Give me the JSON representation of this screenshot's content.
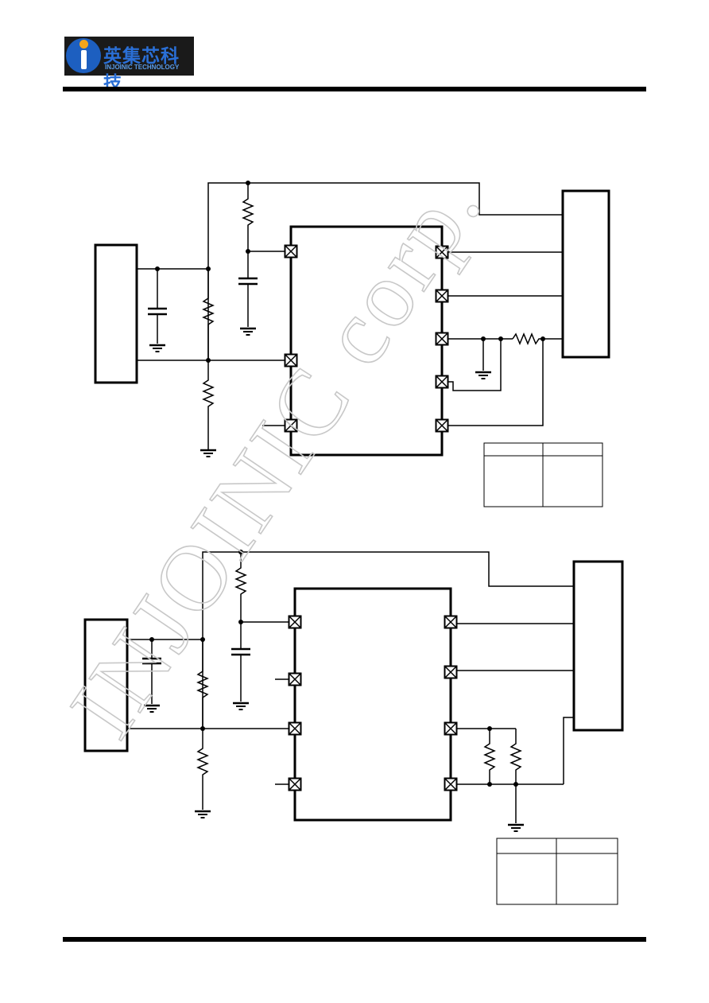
{
  "header": {
    "logo": {
      "brand_cn": "英集芯科技",
      "brand_en": "INJOINIC TECHNOLOGY"
    }
  },
  "watermark": {
    "text": "INJOINIC corp.",
    "color": "#d9d9d9"
  },
  "colors": {
    "line": "#000000",
    "logo_blue": "#1d5fc0",
    "logo_orange": "#f5a51b"
  },
  "diagrams": [
    {
      "name": "circuit-1",
      "tables": 1
    },
    {
      "name": "circuit-2",
      "tables": 1
    }
  ]
}
